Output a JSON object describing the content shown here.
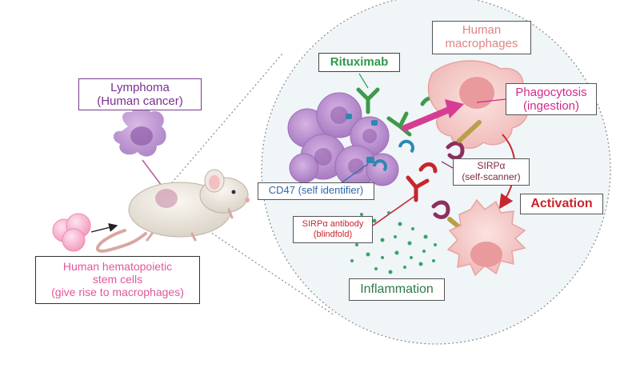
{
  "labels": {
    "lymphoma": [
      "Lymphoma",
      "(Human cancer)"
    ],
    "stem_cells": [
      "Human hematopoietic",
      "stem cells",
      "(give rise to macrophages)"
    ],
    "rituximab": "Rituximab",
    "macrophages": [
      "Human",
      "macrophages"
    ],
    "phagocytosis": [
      "Phagocytosis",
      "(ingestion)"
    ],
    "sirpa": [
      "SIRPα",
      "(self-scanner)"
    ],
    "cd47": "CD47 (self identifier)",
    "activation": "Activation",
    "sirpa_antibody": [
      "SIRPα antibody",
      "(blindfold)"
    ],
    "inflammation": "Inflammation"
  },
  "colors": {
    "lymphoma_cell": "#b487c9",
    "macrophage": "#f3c9c7",
    "macrophage_nucleus": "#e89a9c",
    "stem_cell": "#f6a9c8",
    "rituximab": "#3d9b4a",
    "sirpa": "#8d2f5e",
    "sirpa_antibody": "#c9252c",
    "cd47": "#2e88b0",
    "phagocytosis_arrow": "#d63d92",
    "inflammation_dots": "#3aa36a"
  }
}
